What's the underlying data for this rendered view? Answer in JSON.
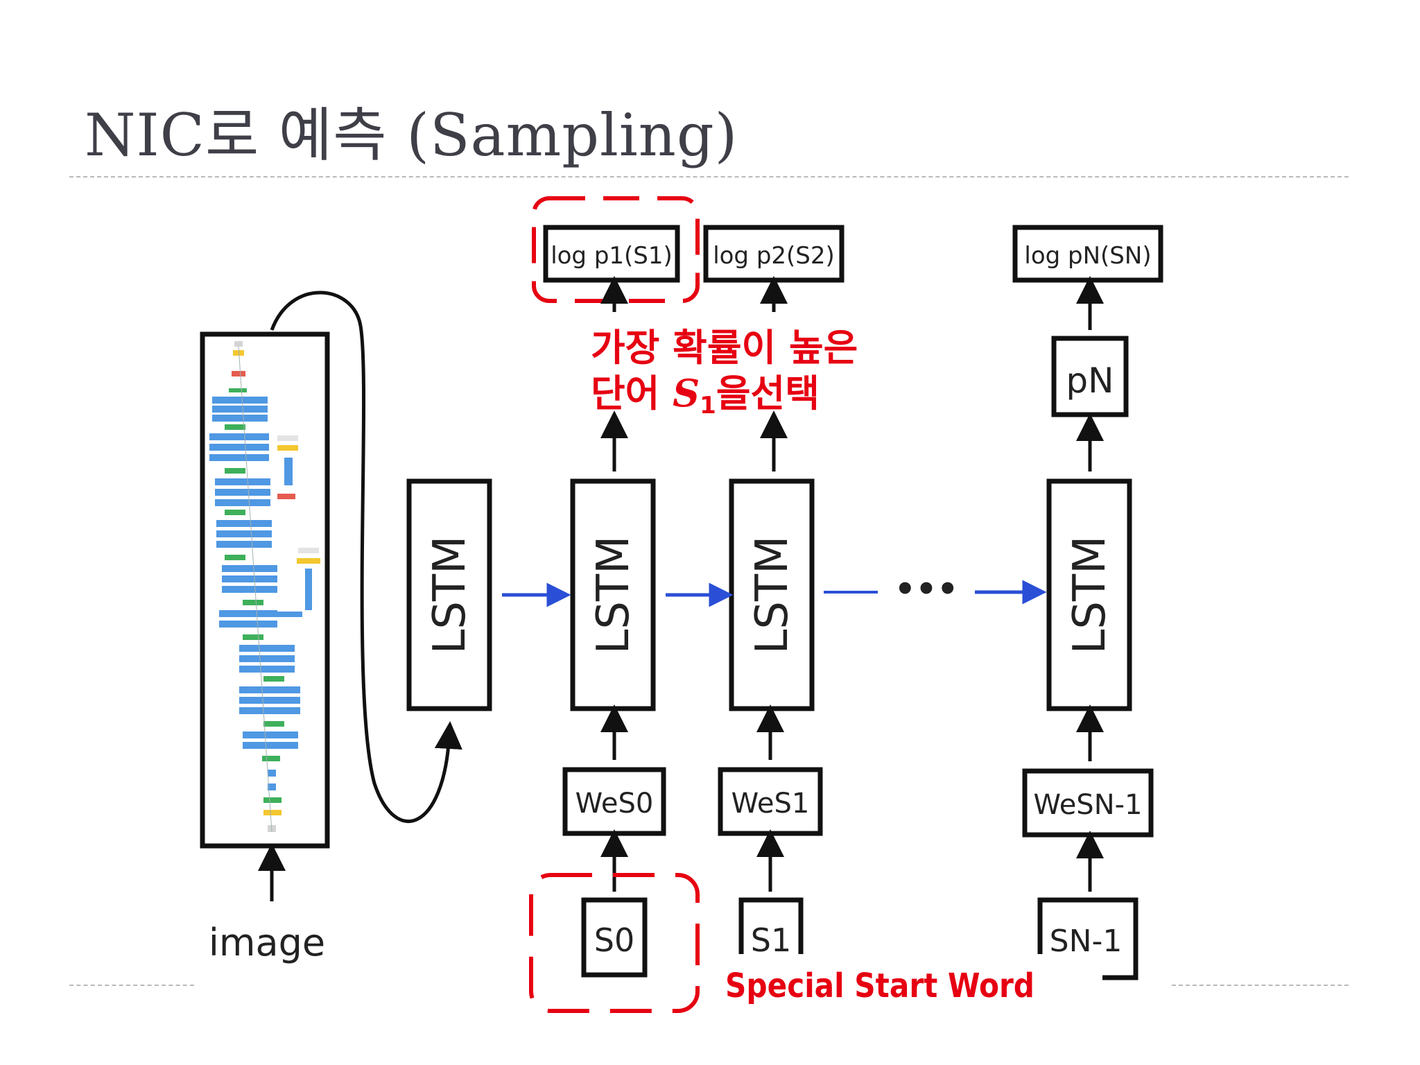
{
  "title": "NIC로  예측 (Sampling)",
  "colors": {
    "title": "#3f3f48",
    "annotation": "#e60012",
    "arrow_recurrent": "#2a4fd6",
    "box": "#111111"
  },
  "diagram": {
    "image_label": "image",
    "lstm_label": "LSTM",
    "ellipsis": "•••",
    "outputs": [
      "log p1(S1)",
      "log p2(S2)",
      "log pN(SN)"
    ],
    "softmax_label": "pN",
    "embeddings": [
      "WeS0",
      "WeS1",
      "WeSN-1"
    ],
    "words": [
      "S0",
      "S1",
      "SN-1"
    ]
  },
  "annotations": {
    "top_line1": "가장 확률이 높은",
    "top_line2_prefix": "단어 ",
    "top_line2_var": "S",
    "top_line2_sub": "1",
    "top_line2_suffix": "을선택",
    "bottom": "Special Start Word"
  }
}
